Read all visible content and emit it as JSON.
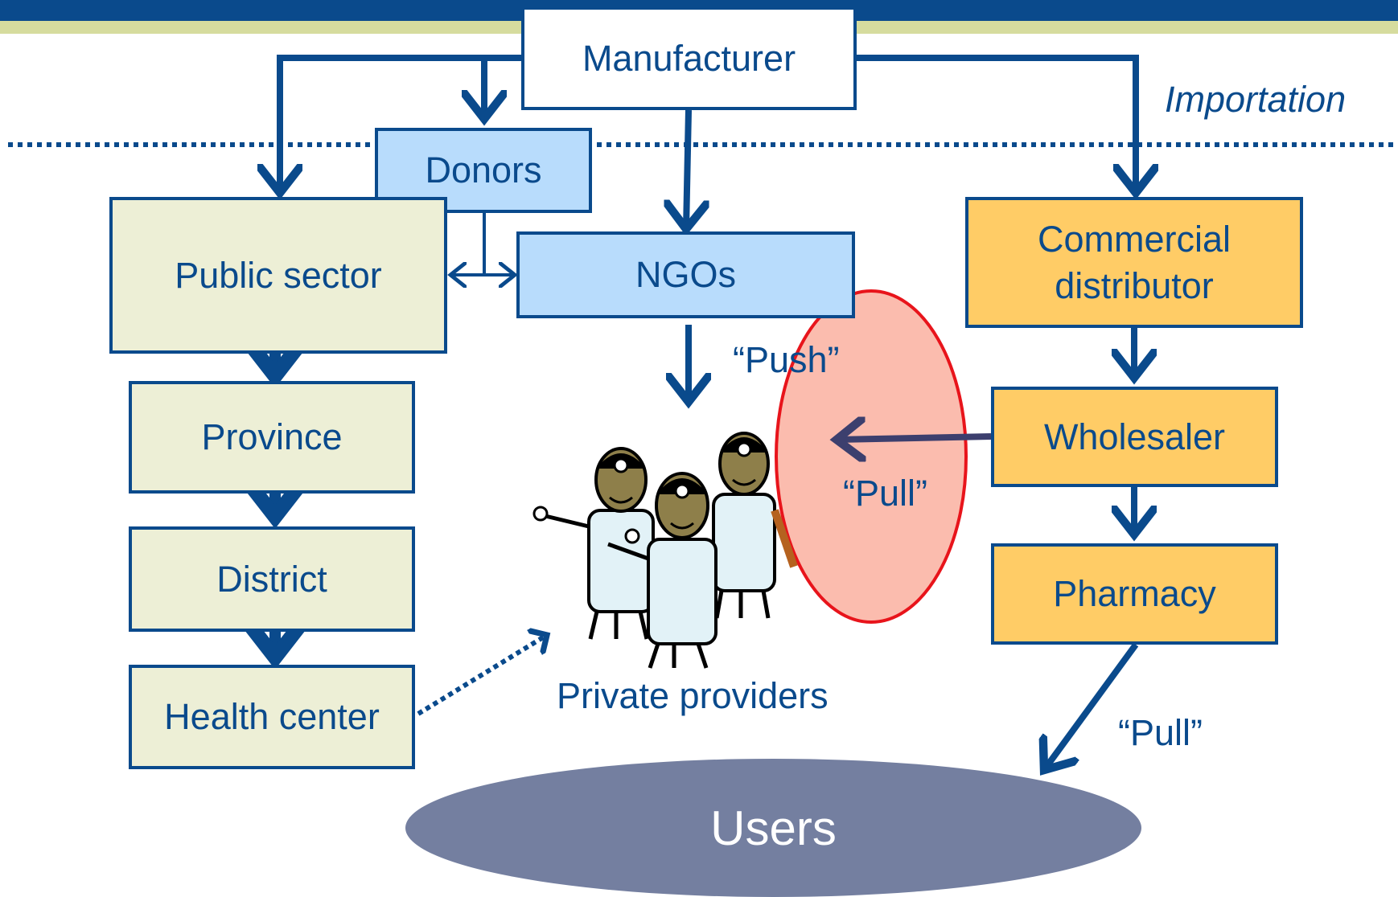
{
  "header": {
    "bar_color": "#0a4a8c",
    "stripe_color": "#d6dc9e"
  },
  "nodes": {
    "manufacturer": "Manufacturer",
    "donors": "Donors",
    "public_sector": "Public sector",
    "ngos": "NGOs",
    "commercial_distributor": "Commercial distributor",
    "province": "Province",
    "district": "District",
    "health_center": "Health center",
    "wholesaler": "Wholesaler",
    "pharmacy": "Pharmacy",
    "users": "Users"
  },
  "labels": {
    "importation": "Importation",
    "push": "“Push”",
    "pull_wholesaler": "“Pull”",
    "pull_pharmacy": "“Pull”",
    "private_providers": "Private providers"
  },
  "illustration": {
    "icon": "doctors-group-icon"
  },
  "colors": {
    "primary": "#0a4a8c",
    "public_box": "#edefd6",
    "ngo_box": "#b8dcfc",
    "commercial_box": "#ffcc66",
    "users_ellipse": "#747fa0",
    "highlight_fill": "#fbbcae",
    "highlight_stroke": "#e8141b"
  }
}
